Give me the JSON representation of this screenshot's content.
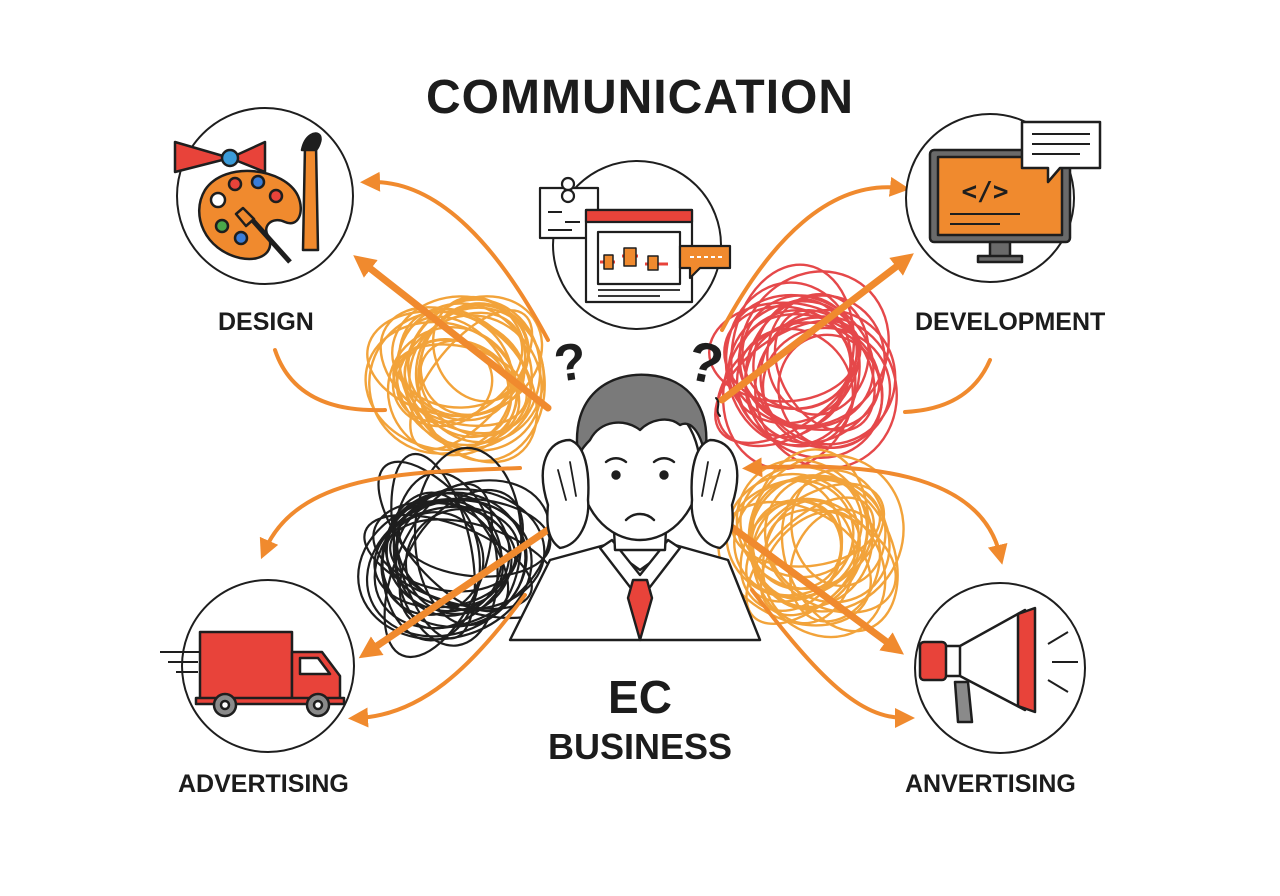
{
  "diagram": {
    "title": "COMMUNICATION",
    "center": {
      "line1": "EC",
      "line2": "BUSINESS"
    },
    "nodes": [
      {
        "id": "design",
        "label": "DESIGN",
        "icon": "palette-brush-icon"
      },
      {
        "id": "center-top",
        "label": "",
        "icon": "webpage-chart-icon"
      },
      {
        "id": "development",
        "label": "DEVELOPMENT",
        "icon": "code-monitor-icon"
      },
      {
        "id": "advertising-left",
        "label": "ADVERTISING",
        "icon": "delivery-truck-icon"
      },
      {
        "id": "advertising-right",
        "label": "ANVERTISING",
        "icon": "megaphone-icon"
      }
    ],
    "colors": {
      "accent": "#f08a2e",
      "accent_red": "#e8433a",
      "tangle_orange": "#f2a33a",
      "tangle_red": "#e5484a",
      "tangle_black": "#1e1e1e",
      "text": "#1c1c1c"
    }
  }
}
